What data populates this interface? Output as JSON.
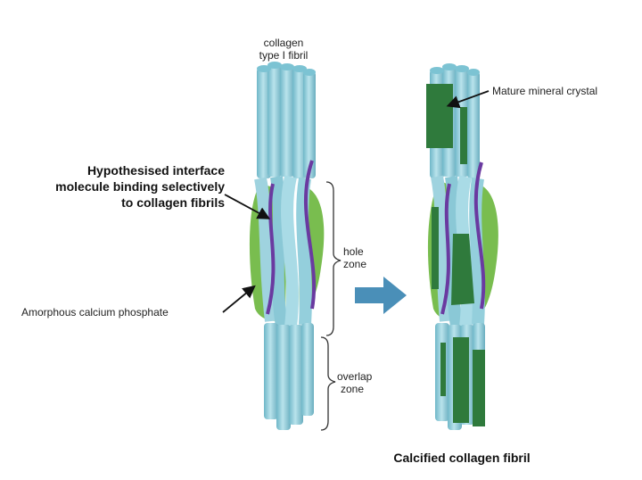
{
  "labels": {
    "collagen_line1": "collagen",
    "collagen_line2": "type I fibril",
    "interface_line1": "Hypothesised interface",
    "interface_line2": "molecule binding selectively",
    "interface_line3": "to collagen fibrils",
    "amorphous": "Amorphous calcium phosphate",
    "hole_line1": "hole",
    "hole_line2": "zone",
    "overlap_line1": "overlap",
    "overlap_line2": "zone",
    "mature_crystal": "Mature mineral crystal",
    "calcified_title": "Calcified collagen fibril"
  },
  "colors": {
    "fibril": "#9fd3df",
    "fibril_dark": "#5fa9bb",
    "fibril_light": "#c6e9f0",
    "amorphous_green": "#79bd4f",
    "crystal_green": "#2f7a3c",
    "interface_purple": "#6a3aa0",
    "arrow_blue": "#4a8fb8"
  }
}
